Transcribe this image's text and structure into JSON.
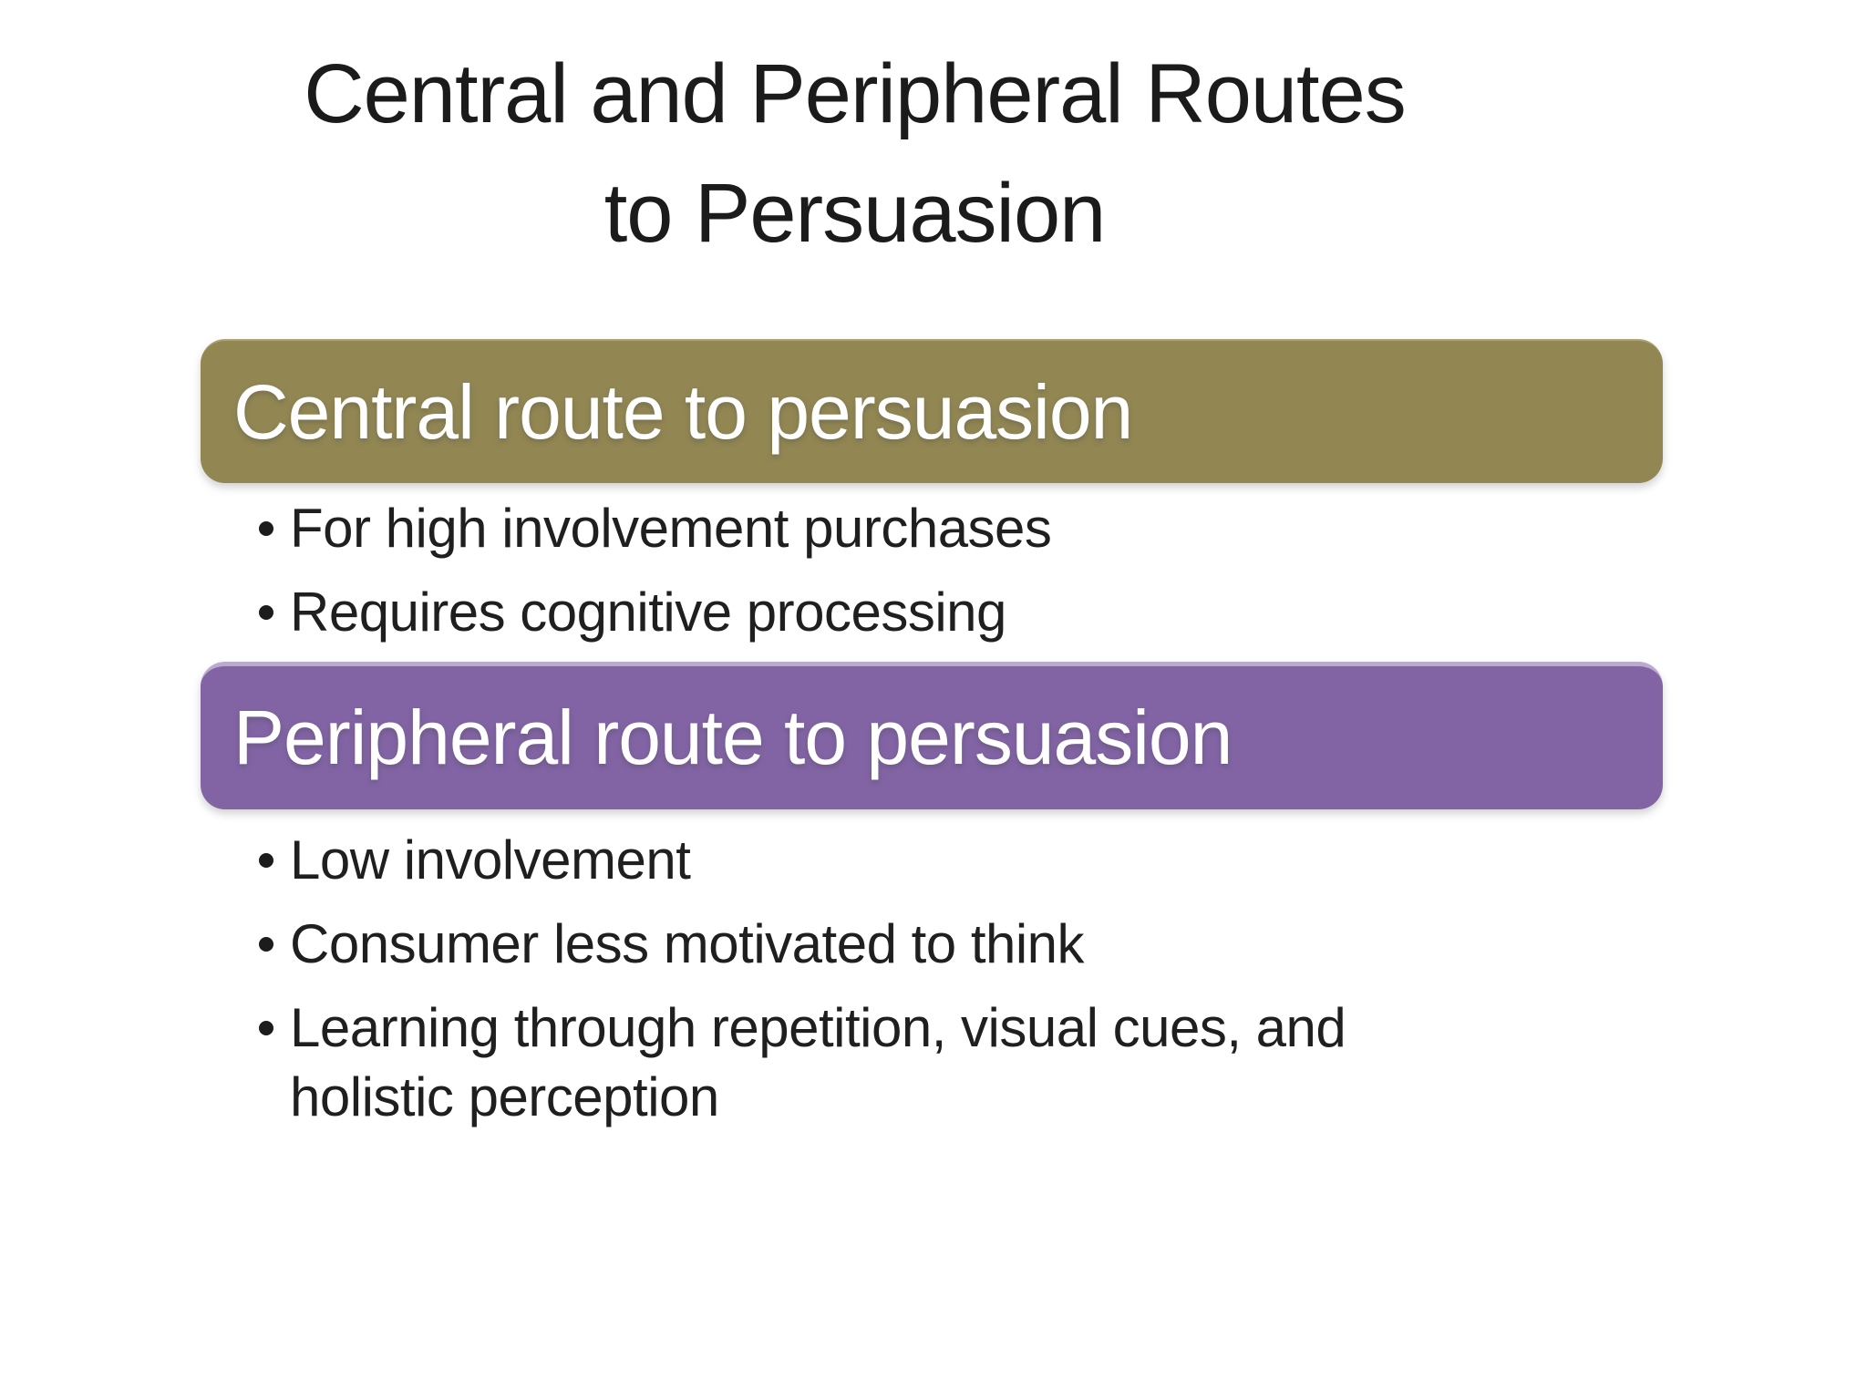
{
  "title": {
    "line1": "Central and Peripheral Routes",
    "line2": "to Persuasion"
  },
  "sections": [
    {
      "id": "central",
      "header": "Central route to persuasion",
      "color": "#928753",
      "bullets": [
        "For high involvement purchases",
        "Requires cognitive processing"
      ]
    },
    {
      "id": "peripheral",
      "header": "Peripheral route to persuasion",
      "color": "#8264a5",
      "bullets": [
        "Low involvement",
        "Consumer less motivated to think",
        "Learning through repetition, visual cues, and\nholistic perception"
      ]
    }
  ],
  "colors": {
    "background": "#ffffff",
    "title_text": "#1b1b1b",
    "body_text": "#1f1f1f",
    "banner_text": "#ffffff",
    "central_banner": "#928753",
    "peripheral_banner": "#8264a5"
  }
}
